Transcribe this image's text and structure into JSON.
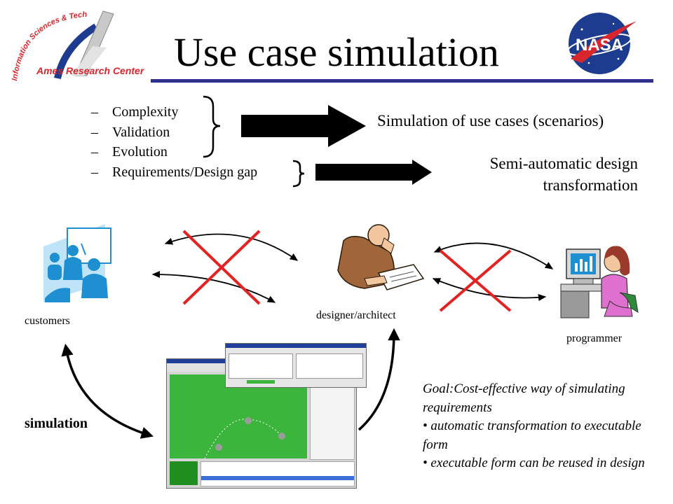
{
  "title": "Use case simulation",
  "logos": {
    "left_name": "Ames Research Center",
    "left_arc_text": "Information Sciences & Technology",
    "right_name": "NASA"
  },
  "issues": [
    {
      "dash": "–",
      "text": "Complexity"
    },
    {
      "dash": "–",
      "text": "Validation"
    },
    {
      "dash": "–",
      "text": "Evolution"
    },
    {
      "dash": "–",
      "text": "Requirements/Design gap"
    }
  ],
  "results": {
    "first": "Simulation of use cases (scenarios)",
    "second_line1": "Semi-automatic design",
    "second_line2": "transformation"
  },
  "actors": {
    "customers": "customers",
    "designer": "designer/architect",
    "programmer": "programmer"
  },
  "simulation_label": "simulation",
  "goal": {
    "line": "Goal:Cost-effective way of simulating requirements",
    "bullet1": "• automatic transformation to executable form",
    "bullet2": "• executable form can be reused in design"
  },
  "colors": {
    "title_rule": "#2e2f8f",
    "cross": "#e32222",
    "nasa_blue": "#1d3b8f",
    "nasa_red": "#d8262c",
    "clipart_blue": "#1e8fd0",
    "sim_green": "#3bb53b"
  }
}
